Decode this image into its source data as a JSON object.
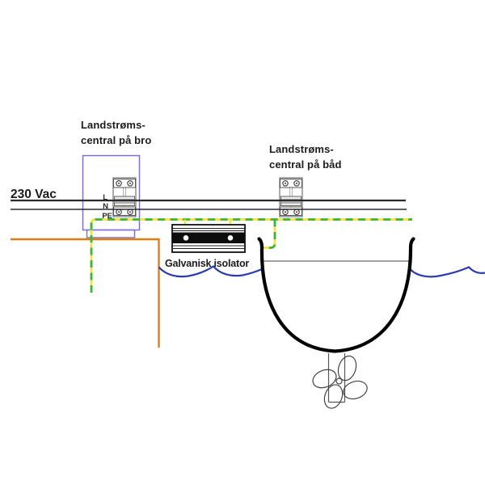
{
  "labels": {
    "voltage": "230 Vac",
    "shore_panel": {
      "line1": "Landstrøms-",
      "line2": "central på bro"
    },
    "boat_panel": {
      "line1": "Landstrøms-",
      "line2": "central på båd"
    },
    "isolator": "Galvanisk isolator",
    "wires": {
      "live": "L",
      "neutral": "N",
      "earth": "PE"
    }
  },
  "colors": {
    "line_black": "#2b2b2b",
    "panel_purple": "#8170d0",
    "earth_green": "#3cb43c",
    "earth_yellow": "#f2e43c",
    "dock_orange": "#e07d10",
    "water_blue": "#2b3cae",
    "hull_black": "#000000",
    "deck_gray": "#808080"
  }
}
